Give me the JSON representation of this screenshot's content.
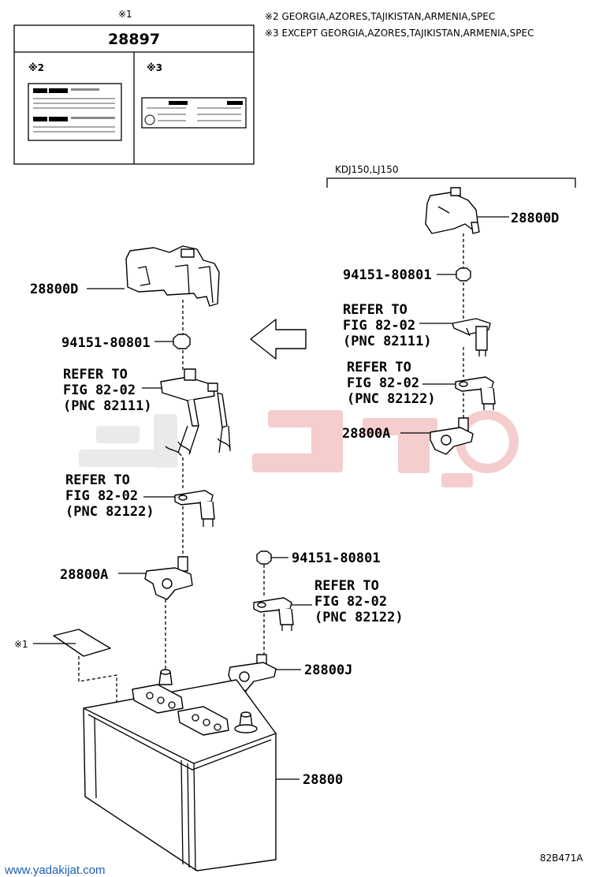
{
  "notes": {
    "mark1": "※1",
    "mark2": "※2",
    "mark3": "※3",
    "note2": "※2 GEORGIA,AZORES,TAJIKISTAN,ARMENIA,SPEC",
    "note3": "※3 EXCEPT GEORGIA,AZORES,TAJIKISTAN,ARMENIA,SPEC"
  },
  "label_box": {
    "part_no": "28897"
  },
  "variant_label": "KDJ150,LJ150",
  "parts": {
    "cover_left": "28800D",
    "cover_right": "28800D",
    "nut_left": "94151-80801",
    "nut_right": "94151-80801",
    "nut_mid": "94151-80801",
    "clamp_left": "28800A",
    "clamp_right": "28800A",
    "clamp_neg": "28800J",
    "battery": "28800",
    "sticker": "※1"
  },
  "refs": [
    {
      "line1": "REFER TO",
      "line2": "FIG 82-02",
      "line3": "(PNC 82111)"
    },
    {
      "line1": "REFER TO",
      "line2": "FIG 82-02",
      "line3": "(PNC 82122)"
    },
    {
      "line1": "REFER TO",
      "line2": "FIG 82-02",
      "line3": "(PNC 82122)"
    },
    {
      "line1": "REFER TO",
      "line2": "FIG 82-02",
      "line3": "(PNC 82111)"
    },
    {
      "line1": "REFER TO",
      "line2": "FIG 82-02",
      "line3": "(PNC 82122)"
    }
  ],
  "footer": {
    "site": "www.yadakijat.com",
    "code": "82B471A"
  },
  "colors": {
    "line": "#000000",
    "watermark_red": "#f4c8c8",
    "watermark_gray": "#e8e8e8",
    "site_text": "#1a5fb4"
  }
}
